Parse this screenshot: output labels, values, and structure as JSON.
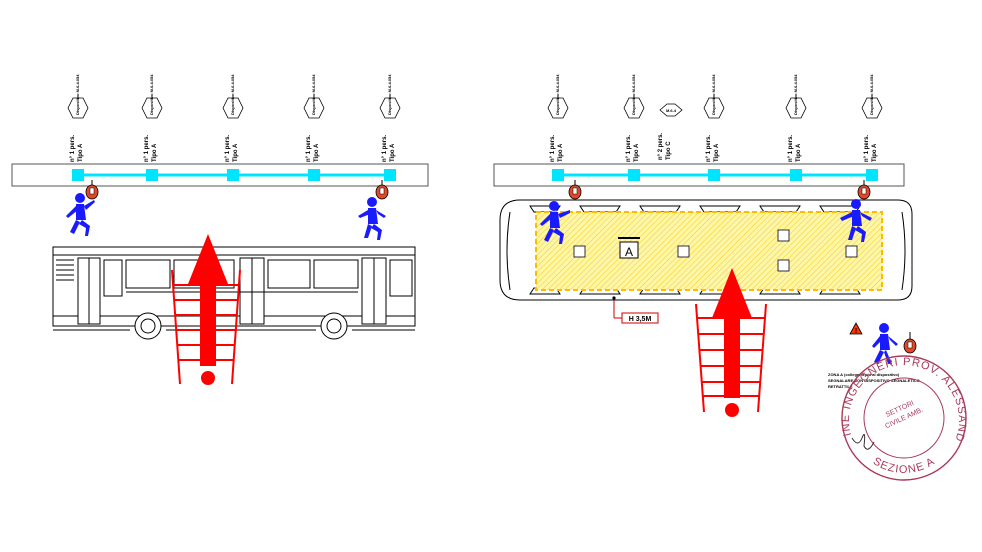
{
  "colors": {
    "beam": "#00e5ff",
    "anchor": "#00e5ff",
    "person": "#1a1aff",
    "arrow": "#ff0000",
    "hazard_fill": "#fff3a0",
    "hazard_border": "#ffcc00",
    "stamp": "#a83a5a",
    "harness": "#e0482a"
  },
  "left_panel": {
    "posts": [
      {
        "tag": "Dispositivo M.6.4.054",
        "label1": "n° 1 pers.",
        "label2": "Tipo A"
      },
      {
        "tag": "Dispositivo M.6.4.054",
        "label1": "n° 1 pers.",
        "label2": "Tipo A"
      },
      {
        "tag": "Dispositivo M.6.4.054",
        "label1": "n° 1 pers.",
        "label2": "Tipo A"
      },
      {
        "tag": "Dispositivo M.6.4.054",
        "label1": "n° 1 pers.",
        "label2": "Tipo A"
      },
      {
        "tag": "Dispositivo M.6.4.054",
        "label1": "n° 1 pers.",
        "label2": "Tipo A"
      }
    ]
  },
  "right_panel": {
    "posts": [
      {
        "tag": "Dispositivo M.6.4.054",
        "label1": "n° 1 pers.",
        "label2": "Tipo A"
      },
      {
        "tag": "Dispositivo M.6.4.054",
        "label1": "n° 1 pers.",
        "label2": "Tipo A"
      },
      {
        "tag": "Dispositivo M.6.4.054",
        "label1": "n° 1 pers.",
        "label2": "Tipo A"
      },
      {
        "tag": "Dispositivo M.6.4.054",
        "label1": "n° 1 pers.",
        "label2": "Tipo A"
      },
      {
        "tag": "Dispositivo M.6.4.054",
        "label1": "n° 1 pers.",
        "label2": "Tipo A"
      }
    ],
    "extra_post": {
      "tag": "M.6.4",
      "label1": "n° 2 pers.",
      "label2": "Tipo C"
    },
    "zone_letter": "A",
    "height_tag": "H 3,5M",
    "note_line1": "ZONA A (collegamento al dispositivo)",
    "note_line2": "SEGNALARE CON DISPOSITIVO SEGNALETICO",
    "note_line3": "RETRATTILE"
  },
  "stamp": {
    "outer_top": "ORDINE INGEGNERI PROV. ALESSANDRIA",
    "outer_bottom": "SEZIONE A",
    "inner1": "SETTORI",
    "inner2": "CIVILE AMB."
  }
}
